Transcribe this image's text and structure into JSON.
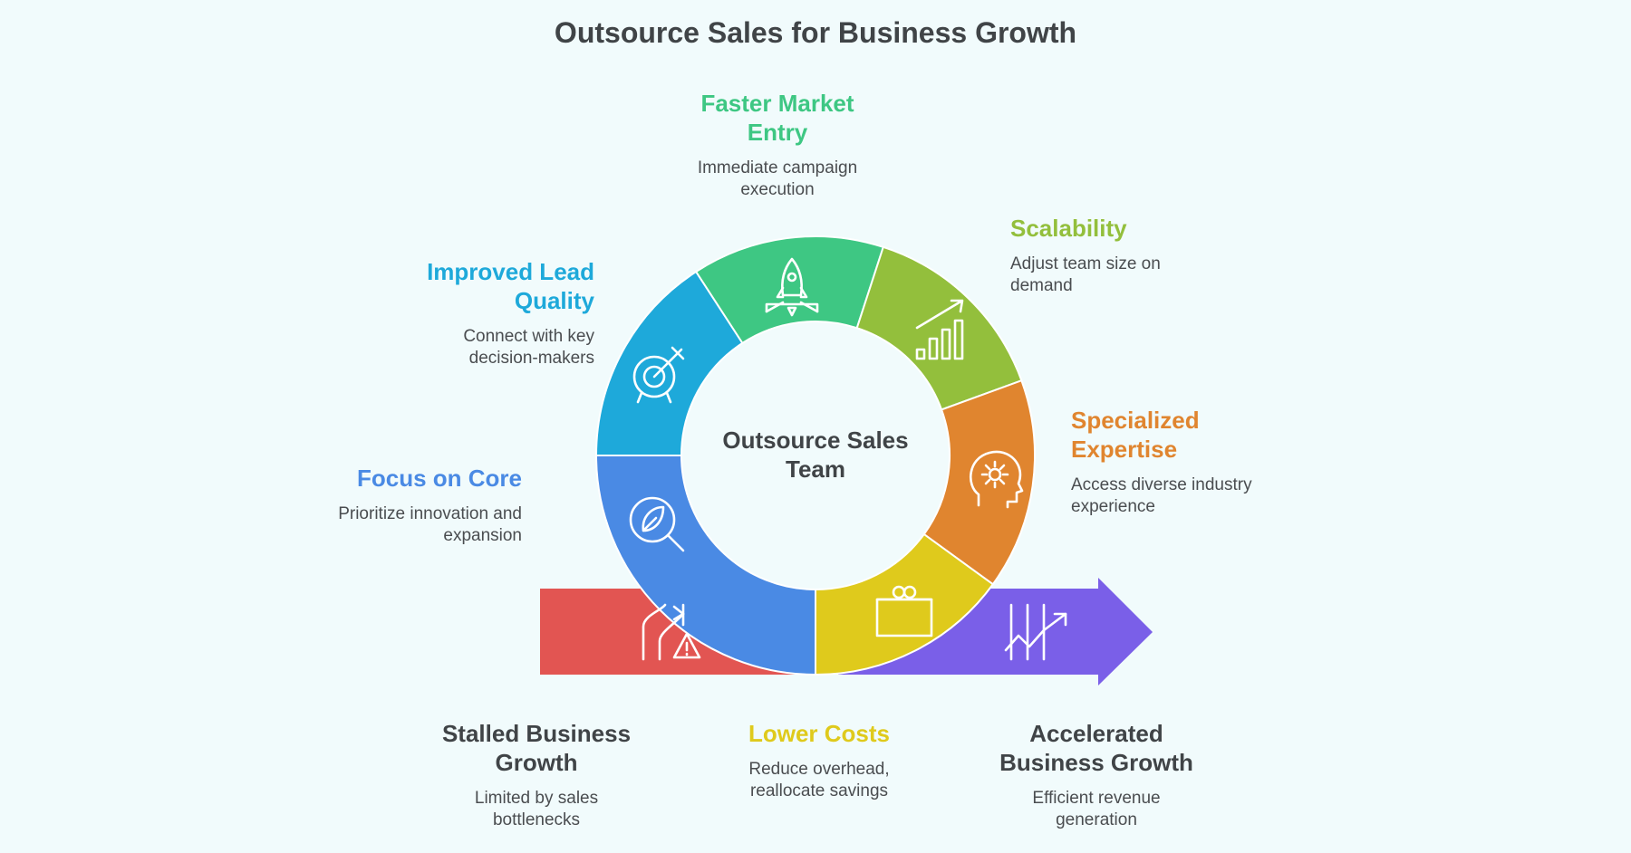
{
  "title": "Outsource Sales for Business Growth",
  "center": {
    "line1": "Outsource Sales",
    "line2": "Team"
  },
  "colors": {
    "faster_market_entry": "#3ec783",
    "scalability": "#93bf3c",
    "specialized_expertise": "#e0852f",
    "lower_costs": "#dfca1c",
    "focus_on_core": "#4a8ae4",
    "improved_lead_quality": "#1ea9da",
    "stalled_growth": "#e25552",
    "accelerated_growth": "#7a5fe8",
    "background": "#f1fbfc",
    "text_dark": "#404447"
  },
  "segments": {
    "faster_market_entry": {
      "heading_1": "Faster Market",
      "heading_2": "Entry",
      "desc_1": "Immediate campaign",
      "desc_2": "execution",
      "icon": "rocket-icon"
    },
    "scalability": {
      "heading_1": "Scalability",
      "desc_1": "Adjust team size on",
      "desc_2": "demand",
      "icon": "growth-chart-icon"
    },
    "specialized_expertise": {
      "heading_1": "Specialized",
      "heading_2": "Expertise",
      "desc_1": "Access diverse industry",
      "desc_2": "experience",
      "icon": "head-gear-icon"
    },
    "lower_costs": {
      "heading_1": "Lower Costs",
      "desc_1": "Reduce overhead,",
      "desc_2": "reallocate savings",
      "icon": "wallet-icon"
    },
    "focus_on_core": {
      "heading_1": "Focus on Core",
      "desc_1": "Prioritize innovation and",
      "desc_2": "expansion",
      "icon": "magnifier-leaf-icon"
    },
    "improved_lead_quality": {
      "heading_1": "Improved Lead",
      "heading_2": "Quality",
      "desc_1": "Connect with key",
      "desc_2": "decision-makers",
      "icon": "target-icon"
    }
  },
  "stalled": {
    "heading_1": "Stalled Business",
    "heading_2": "Growth",
    "desc_1": "Limited by sales",
    "desc_2": "bottlenecks",
    "icon": "road-warning-icon"
  },
  "accelerated": {
    "heading_1": "Accelerated",
    "heading_2": "Business Growth",
    "desc_1": "Efficient revenue",
    "desc_2": "generation",
    "icon": "rising-trend-icon"
  }
}
